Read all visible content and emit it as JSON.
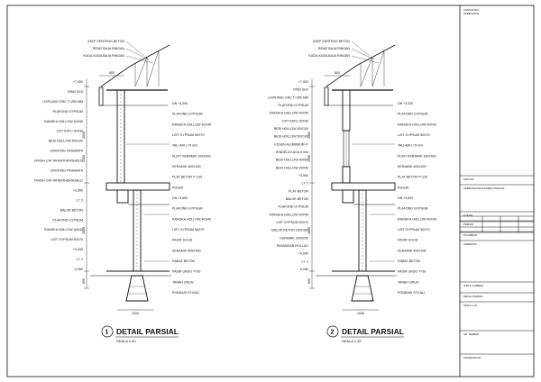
{
  "details": [
    {
      "number": "1",
      "title": "DETAIL PARSIAL",
      "scale": "SKALA 1:20",
      "labels_top": [
        "ATAP GENTENG BETON",
        "RENG BAJA RINGAN",
        "KUDA-KUDA BAJA RINGAN"
      ],
      "labels_left": [
        "+7,000",
        "RING BLK",
        "LISPLANG GRC T=250 MM",
        "PLAFOND GYPSUM",
        "RANGKA HOLLOW 40X40",
        "LIST KAYU 30X30",
        "BESI HOLLOW 50X100",
        "ZINCKING FINS/BATA",
        "FINISH CAT WHEATHERSHIELD",
        "ZINCKING FINS/BATA",
        "FINISH CAT WHEATHERSHIELD",
        "+3,500",
        "LT. 2",
        "BALOK BETON",
        "PLAFOND GYPSUM",
        "RANGKA HOLLOW 40X40",
        "LIST GYPSUM 50X70",
        "+0,000",
        "LT. 1",
        "-0,050"
      ],
      "labels_right": [
        "DN +3,200",
        "PLAFOND GYPSUM",
        "RANGKA HOLLOW 40X40",
        "LIST GYPSUM 50X70",
        "TALI AIR L=5 mm",
        "PLINT KERAMIK 100X400",
        "KERAMIK 400X400",
        "PLAT BETON T=120",
        "RUSUK",
        "DN +3,500",
        "PLAFOND GYPSUM",
        "RANGKA HOLLOW 40X40",
        "LIST GYPSUM 50X70",
        "PASIR SOLID",
        "KERAMIK 400X400",
        "RABAT BETON",
        "PASIR URUG T=50",
        "TANAH URUG",
        "PONDASI ST.KALI"
      ],
      "dims_vertical": [
        "3500",
        "2350",
        "2800",
        "600"
      ],
      "dims_horizontal": [
        "800",
        "1000"
      ]
    },
    {
      "number": "2",
      "title": "DETAIL PARSIAL",
      "scale": "SKALA 1:20",
      "labels_top": [
        "ATAP GENTENG BETON",
        "RENG BAJA RINGAN",
        "KUDA-KUDA BAJA RINGAN"
      ],
      "labels_left": [
        "+7,000",
        "RING BLK",
        "LISPLANG GRC T=250 MM",
        "PLAFOND GYPSUM",
        "RANGKA HOLLOW 40X40",
        "LIST KAYU 30X30",
        "BESI HOLLOW 50X100",
        "BESI HOLLOW 50X100",
        "KUSEN ALUMINIUM 4\"",
        "JENDELA KACA 5 mm",
        "BESI HOLLOW 40X60",
        "BESI HOLLOW 20X40",
        "+3,500",
        "LT. 2",
        "PLAT BETON",
        "BALOK BETON",
        "PLAFOND GYPSUM",
        "RANGKA HOLLOW 40X40",
        "LIST GYPSUM 50X70",
        "BALOK BETON 150X300",
        "KERAMIK 200X200",
        "PASANGAN ROLLAG",
        "+0,000",
        "LT. 1",
        "-0,050"
      ],
      "labels_right": [
        "DN +3,200",
        "PLAFOND GYPSUM",
        "RANGKA HOLLOW 40X40",
        "LIST GYPSUM 50X70",
        "TALI AIR L=5 mm",
        "PLINT KERAMIK 100X400",
        "KERAMIK 400X400",
        "PLAT BETON T=120",
        "RUSUK",
        "DN +3,500",
        "PLAFOND GYPSUM",
        "RANGKA HOLLOW 40X40",
        "LIST GYPSUM 50X70",
        "PASIR SOLID",
        "KERAMIK 400X400",
        "RABAT BETON",
        "PASIR URUG T=50",
        "TANAH URUG",
        "PONDASI ST.KALI"
      ],
      "dims_vertical": [
        "3500",
        "2350",
        "2800",
        "600"
      ],
      "dims_horizontal": [
        "800",
        "1000"
      ]
    }
  ],
  "title_block": {
    "header": [
      "KONSULTAN",
      "PERENCANA"
    ],
    "rows": [
      "PROYEK",
      "PEMBANGUNAN RUMAH TINGGAL",
      "LOKASI",
      "PEMILIK",
      "DIGAMBAR",
      "DIPERIKSA",
      "JUDUL GAMBAR",
      "DETAIL PARSIAL",
      "SKALA 1:20",
      "NO. LEMBAR",
      "KETERANGAN"
    ]
  }
}
